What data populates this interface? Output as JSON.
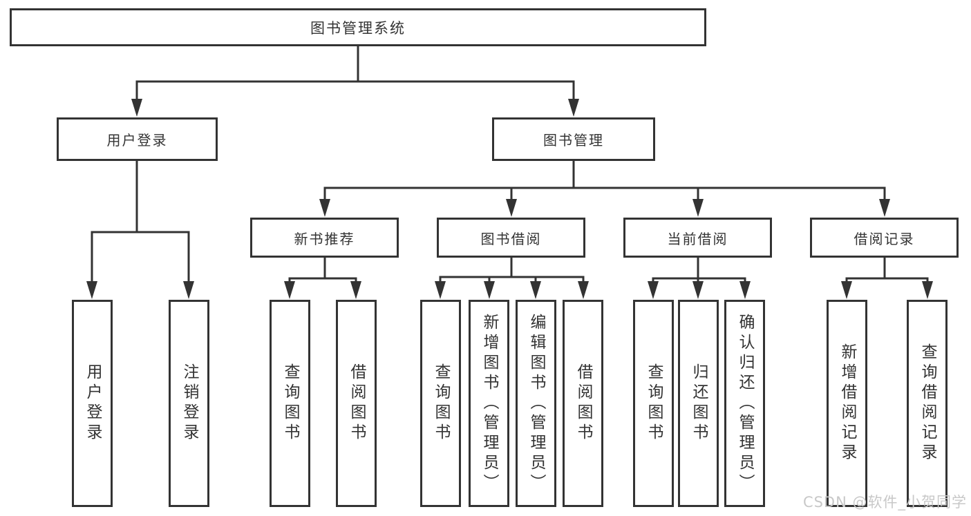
{
  "page": {
    "background": "#ffffff",
    "line_color": "#333333",
    "text_color": "#333333",
    "watermark": {
      "text": "CSDN @软件_小贺同学",
      "color": "#c8c8c8"
    }
  },
  "nodes": {
    "root": {
      "label": "图书管理系统"
    },
    "user_login": {
      "label": "用户登录"
    },
    "book_management": {
      "label": "图书管理"
    },
    "new_book_recommend": {
      "label": "新书推荐"
    },
    "book_borrow": {
      "label": "图书借阅"
    },
    "current_borrow": {
      "label": "当前借阅"
    },
    "borrow_records": {
      "label": "借阅记录"
    },
    "leaf_user_login": {
      "label": "用户登录"
    },
    "leaf_logout": {
      "label": "注销登录"
    },
    "leaf_nb_query_book": {
      "label": "查询图书"
    },
    "leaf_nb_borrow_book": {
      "label": "借阅图书"
    },
    "leaf_bb_query_book": {
      "label": "查询图书"
    },
    "leaf_bb_add_book": {
      "label": "新增图书（管理员）"
    },
    "leaf_bb_edit_book": {
      "label": "编辑图书（管理员）"
    },
    "leaf_bb_borrow_book": {
      "label": "借阅图书"
    },
    "leaf_cb_query_book": {
      "label": "查询图书"
    },
    "leaf_cb_return_book": {
      "label": "归还图书"
    },
    "leaf_cb_confirm_return": {
      "label": "确认归还（管理员）"
    },
    "leaf_br_add_record": {
      "label": "新增借阅记录"
    },
    "leaf_br_query_record": {
      "label": "查询借阅记录"
    }
  },
  "hierarchy": {
    "root": "图书管理系统",
    "children": [
      {
        "label": "用户登录",
        "children": [
          "用户登录",
          "注销登录"
        ]
      },
      {
        "label": "图书管理",
        "children": [
          {
            "label": "新书推荐",
            "children": [
              "查询图书",
              "借阅图书"
            ]
          },
          {
            "label": "图书借阅",
            "children": [
              "查询图书",
              "新增图书（管理员）",
              "编辑图书（管理员）",
              "借阅图书"
            ]
          },
          {
            "label": "当前借阅",
            "children": [
              "查询图书",
              "归还图书",
              "确认归还（管理员）"
            ]
          },
          {
            "label": "借阅记录",
            "children": [
              "新增借阅记录",
              "查询借阅记录"
            ]
          }
        ]
      }
    ]
  }
}
